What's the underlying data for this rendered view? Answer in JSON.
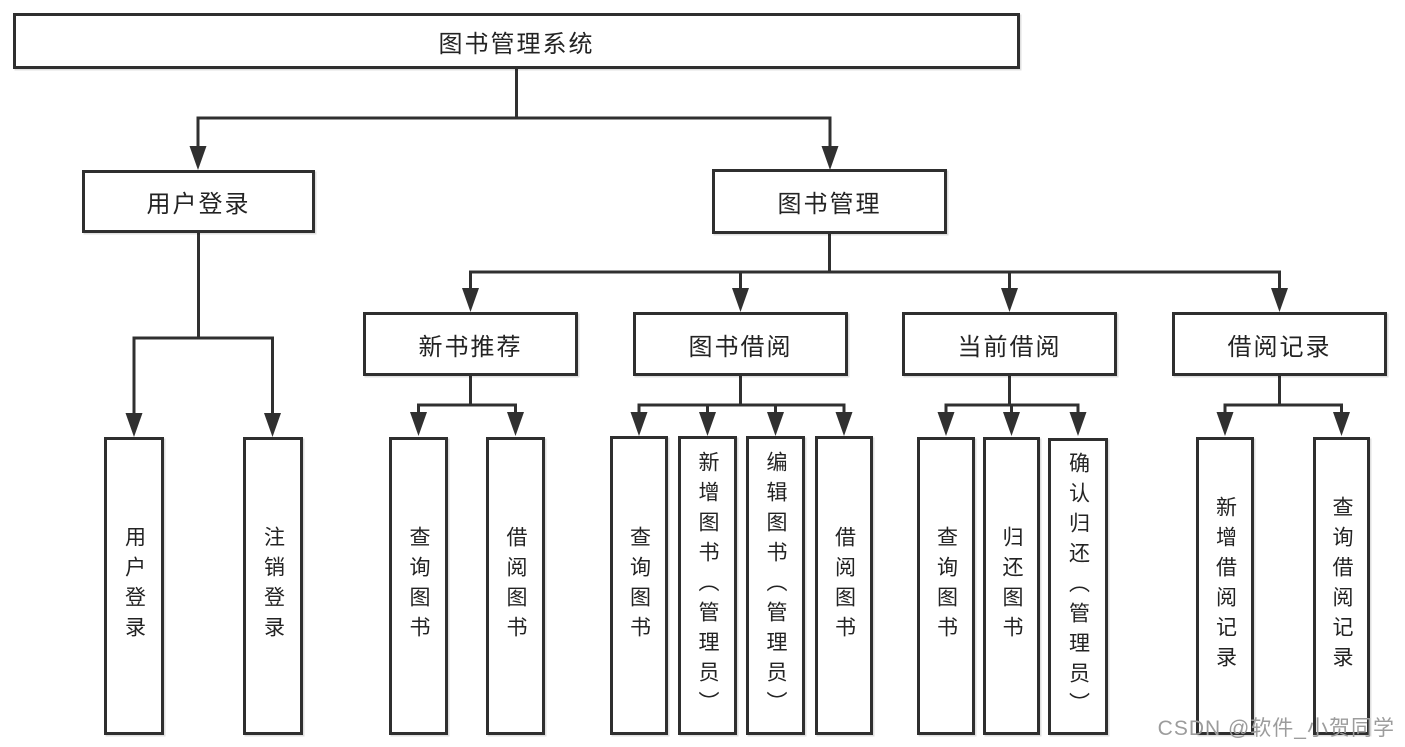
{
  "diagram": {
    "tree": {
      "label": "图书管理系统",
      "children": [
        {
          "label": "用户登录",
          "children": [
            {
              "label": "用户登录"
            },
            {
              "label": "注销登录"
            }
          ]
        },
        {
          "label": "图书管理",
          "children": [
            {
              "label": "新书推荐",
              "children": [
                {
                  "label": "查询图书"
                },
                {
                  "label": "借阅图书"
                }
              ]
            },
            {
              "label": "图书借阅",
              "children": [
                {
                  "label": "查询图书"
                },
                {
                  "label": "新增图书（管理员）"
                },
                {
                  "label": "编辑图书（管理员）"
                },
                {
                  "label": "借阅图书"
                }
              ]
            },
            {
              "label": "当前借阅",
              "children": [
                {
                  "label": "查询图书"
                },
                {
                  "label": "归还图书"
                },
                {
                  "label": "确认归还（管理员）"
                }
              ]
            },
            {
              "label": "借阅记录",
              "children": [
                {
                  "label": "新增借阅记录"
                },
                {
                  "label": "查询借阅记录"
                }
              ]
            }
          ]
        }
      ]
    },
    "line_color": "#303030",
    "watermark": "CSDN @软件_小贺同学"
  }
}
